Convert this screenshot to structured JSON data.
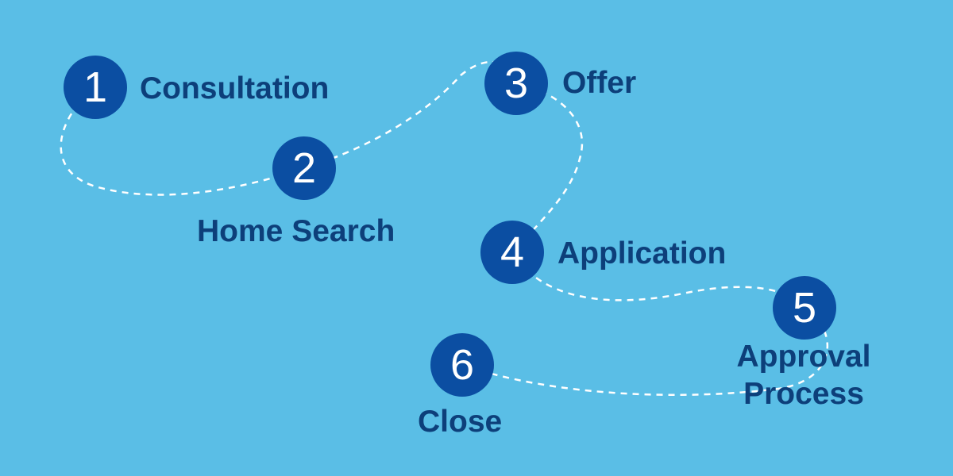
{
  "colors": {
    "background": "#5ABEE6",
    "circle": "#0B4EA2",
    "number": "#FFFFFF",
    "label": "#0D3F7A",
    "path": "#FFFFFF"
  },
  "steps": [
    {
      "number": "1",
      "label": "Consultation"
    },
    {
      "number": "2",
      "label": "Home Search"
    },
    {
      "number": "3",
      "label": "Offer"
    },
    {
      "number": "4",
      "label": "Application"
    },
    {
      "number": "5",
      "label_line1": "Approval",
      "label_line2": "Process"
    },
    {
      "number": "6",
      "label": "Close"
    }
  ]
}
